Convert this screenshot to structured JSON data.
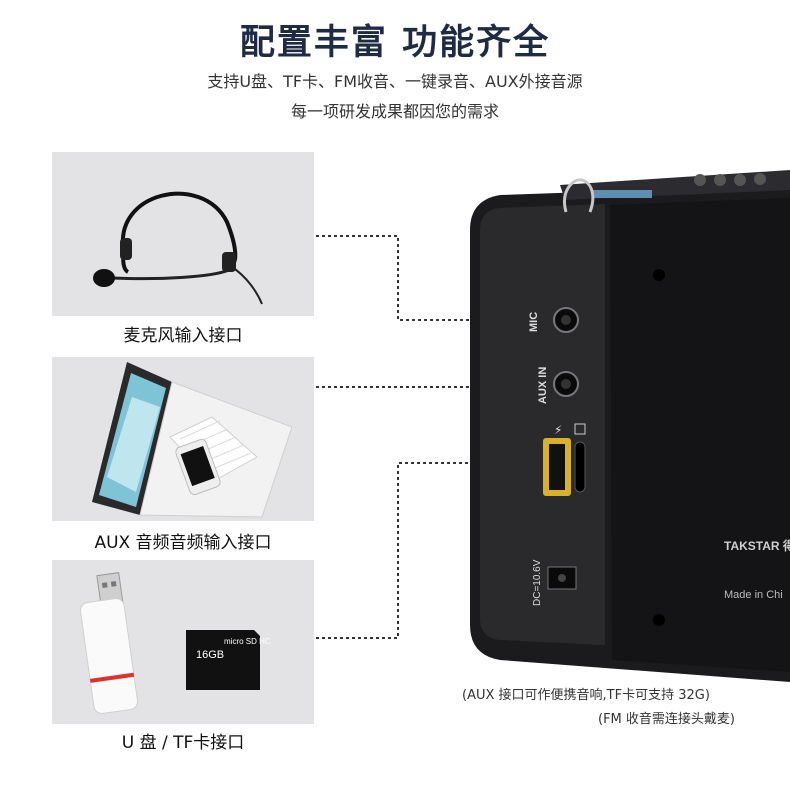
{
  "header": {
    "title": "配置丰富 功能齐全",
    "subtitle_line1": "支持U盘、TF卡、FM收音、一键录音、AUX外接音源",
    "subtitle_line2": "每一项研发成果都因您的需求"
  },
  "features": [
    {
      "caption": "麦克风输入接口",
      "icon": "headset-microphone-icon"
    },
    {
      "caption": "AUX 音频音频输入接口",
      "icon": "laptop-phone-icon"
    },
    {
      "caption": "U 盘 / TF卡接口",
      "icon": "usb-drive-sd-card-icon"
    }
  ],
  "device": {
    "port_mic": "MIC",
    "port_aux": "AUX IN",
    "port_dc": "DC=10.6V",
    "brand": "TAKSTAR 得胜",
    "made_in": "Made in Chi",
    "sd_label_size": "16GB",
    "sd_label_brand": "micro SD HC",
    "colors": {
      "body": "#1b1b1d",
      "panel": "#e3e3e5",
      "title": "#1f2a44"
    }
  },
  "notes": {
    "line1": "(AUX 接口可作便携音响,TF卡可支持 32G)",
    "line2": "(FM 收音需连接头戴麦)"
  }
}
